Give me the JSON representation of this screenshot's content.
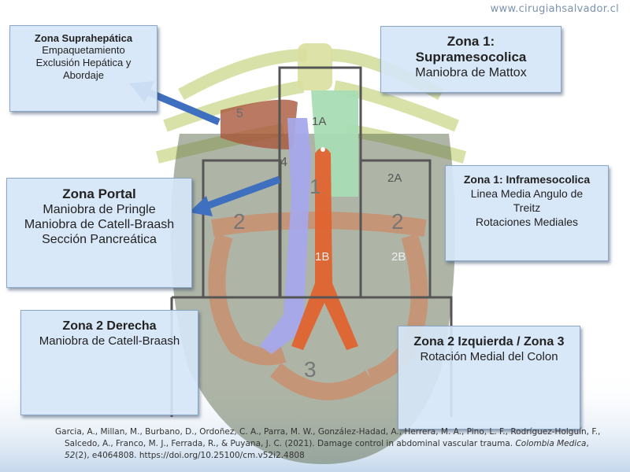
{
  "site_url": "www.cirugiahsalvador.cl",
  "zone_labels": {
    "z5": "5",
    "z1a": "1A",
    "z4": "4",
    "z1": "1",
    "z2a": "2A",
    "z2_left": "2",
    "z2_right": "2",
    "z1b": "1B",
    "z2b": "2B",
    "z3": "3"
  },
  "boxes": {
    "suprahepatica": {
      "title": "Zona Suprahepática",
      "lines": [
        "Empaquetamiento",
        "Exclusión Hepática y",
        "Abordaje"
      ]
    },
    "supramesocolica": {
      "title_line1": "Zona 1:",
      "title_line2": "Supramesocolica",
      "lines": [
        "Maniobra de Mattox"
      ]
    },
    "inframesocolica": {
      "title": "Zona 1: Inframesocolica",
      "lines": [
        "Linea Media Angulo de",
        "Treitz",
        "Rotaciones Mediales"
      ]
    },
    "portal": {
      "title": "Zona Portal",
      "lines": [
        "Maniobra de Pringle",
        "Maniobra de Catell-Braash",
        "Sección Pancreática"
      ]
    },
    "derecha": {
      "title": "Zona 2 Derecha",
      "lines": [
        "Maniobra de Catell-Braash"
      ]
    },
    "izquierda": {
      "title": "Zona 2 Izquierda / Zona 3",
      "lines": [
        "Rotación Medial del Colon"
      ]
    }
  },
  "citation": {
    "line1": "Garcia, A., Millan, M., Burbano, D., Ordoñez, C. A., Parra, M. W., González-Hadad, A., Herrera, M. A., Pino, L. F., Rodríguez-Holguín, F.,",
    "line2_pre": "Salcedo, A., Franco, M. J., Ferrada, R., & Puyana, J. C. (2021). Damage control in abdominal vascular trauma. ",
    "journal": "Colombia Medica",
    "line2_post": ",",
    "volume": "52",
    "line3_rest": "(2), e4064808. https://doi.org/10.25100/cm.v52i2.4808"
  },
  "colors": {
    "box_fill": "#d6e6f7",
    "arrow_blue": "#3f6fbf",
    "aorta": "#e0632f",
    "vena_cava": "#a7a8ea",
    "zone_outline": "#555555",
    "colon": "#c9906e",
    "liver": "#a8573c",
    "stomach_green": "#a8dcb4"
  }
}
